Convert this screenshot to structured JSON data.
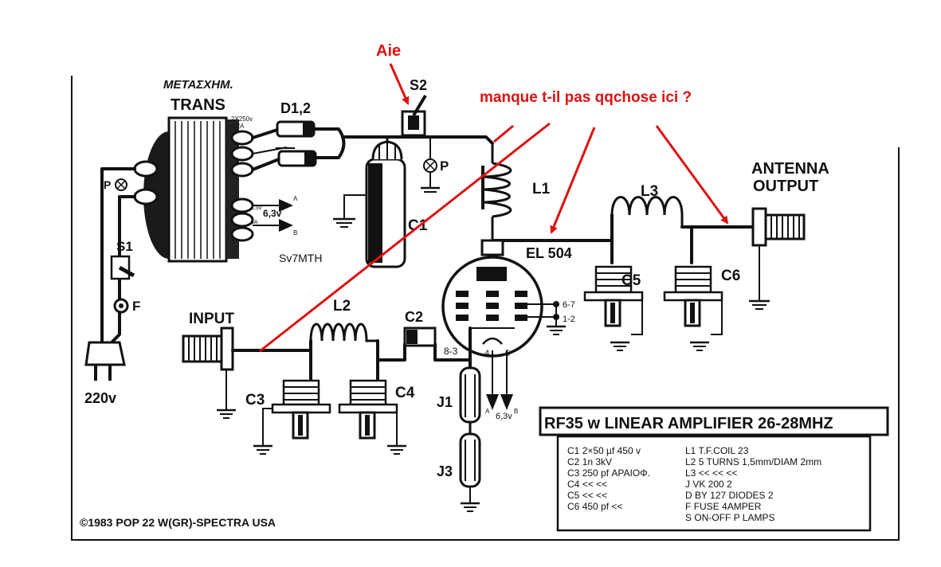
{
  "annotations": {
    "aie": "Aie",
    "question": "manque t-il pas qqchose ici ?",
    "arrow_color": "#dd1111"
  },
  "transformer": {
    "greek_label": "ΜΕΤΑΣΧΗΜ.",
    "label": "TRANS",
    "hv_rating": "2X250v",
    "hv_current": "0,2A",
    "lv_rating": "6,3v",
    "lv_small_a": "1,5v",
    "lv_small_b": "3A",
    "tap_a": "A",
    "tap_b": "B"
  },
  "components": {
    "d12": "D1,2",
    "s2": "S2",
    "p_lamp": "P",
    "p_mains": "P",
    "s1": "S1",
    "fuse": "F",
    "mains": "220v",
    "c1": "C1",
    "l1": "L1",
    "l2": "L2",
    "l3": "L3",
    "c2": "C2",
    "c3": "C3",
    "c4": "C4",
    "c5": "C5",
    "c6": "C6",
    "j1": "J1",
    "j3": "J3",
    "tube": "EL 504",
    "input": "INPUT",
    "antenna_line1": "ANTENNA",
    "antenna_line2": "OUTPUT",
    "call_sign": "Sv7MTH",
    "pin_67": "6-7",
    "pin_12": "1-2",
    "pin_83": "8-3",
    "pin_4": "4",
    "pin_5": "5",
    "heater_a": "A",
    "heater_b": "B",
    "heater_v": "6,3v"
  },
  "title": "RF35 w LINEAR AMPLIFIER 26-28MHZ",
  "parts_list": {
    "left": [
      {
        "ref": "C1",
        "value": "2×50 µf  450 v"
      },
      {
        "ref": "C2",
        "value": "1n 3kV"
      },
      {
        "ref": "C3",
        "value": "250 pf  ΑΡΑΙΟΦ."
      },
      {
        "ref": "C4",
        "value": "<<             <<"
      },
      {
        "ref": "C5",
        "value": "<<             <<"
      },
      {
        "ref": "C6",
        "value": "450 pf        <<"
      }
    ],
    "right": [
      {
        "ref": "L1",
        "value": "T.F.COIL 23"
      },
      {
        "ref": "L2",
        "value": "5 TURNS  1,5mm/DIAM 2mm"
      },
      {
        "ref": "L3",
        "value": "<<            <<            <<"
      },
      {
        "ref": "J",
        "value": "VK 200              2"
      },
      {
        "ref": "D",
        "value": "BY 127  DIODES    2"
      },
      {
        "ref": "F",
        "value": "FUSE  4AMPER"
      },
      {
        "ref": "S",
        "value": "ON-OFF     P  LAMPS"
      }
    ]
  },
  "copyright": "©1983 POP 22 W(GR)-SPECTRA USA"
}
